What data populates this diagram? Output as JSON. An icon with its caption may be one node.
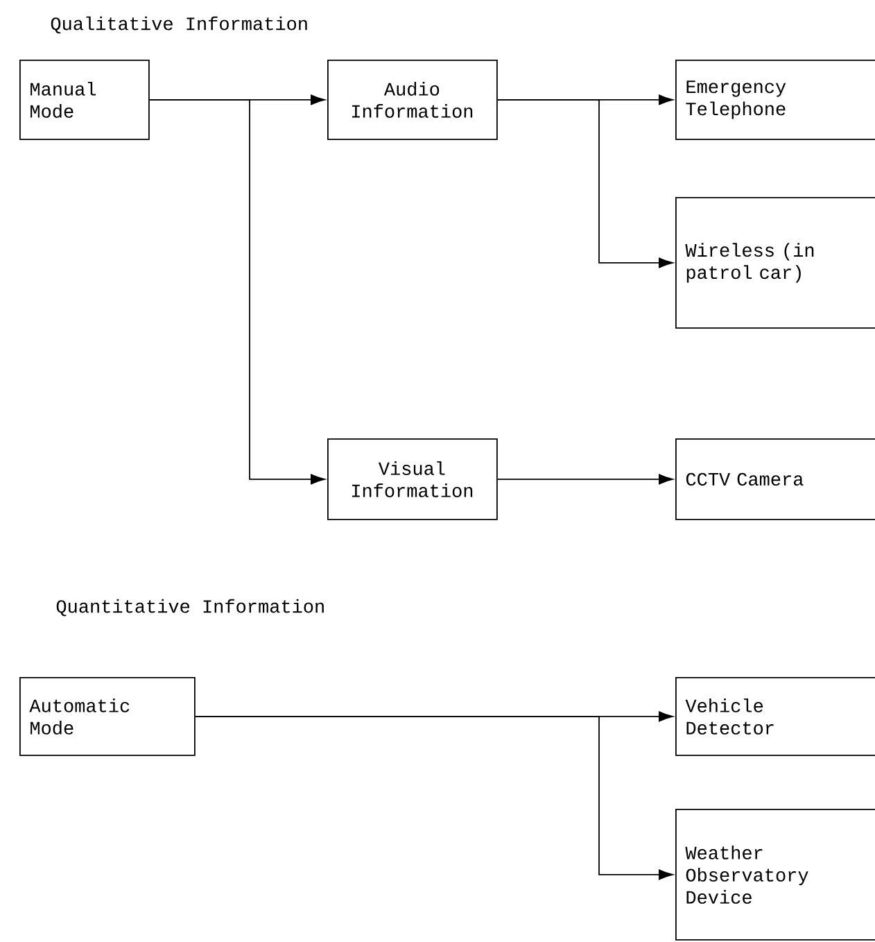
{
  "diagram": {
    "nodes": [
      {
        "text": [
          "Manual Mode"
        ]
      },
      {
        "text": [
          "Audio Information"
        ]
      },
      {
        "text": [
          "Emergency Telephone"
        ]
      },
      {
        "text": [
          "Wireless (in patrol car)"
        ]
      },
      {
        "text": [
          "Visual Information"
        ]
      },
      {
        "text": [
          "CCTV Camera"
        ]
      },
      {
        "text": [
          "Automatic Mode"
        ]
      },
      {
        "text": [
          "Vehicle Detector"
        ]
      },
      {
        "text": [
          "Weather Observatory Device"
        ]
      }
    ],
    "edges": [
      {
        "from": 0,
        "to": 1,
        "arrow": "to"
      },
      {
        "from": 0,
        "to": 4,
        "arrow": "to"
      },
      {
        "from": 1,
        "to": 2,
        "arrow": "to"
      },
      {
        "from": 1,
        "to": 3,
        "arrow": "to"
      },
      {
        "from": 4,
        "to": 5,
        "arrow": "to"
      },
      {
        "from": 6,
        "to": 7,
        "arrow": "to"
      },
      {
        "from": 6,
        "to": 8,
        "arrow": "to"
      }
    ],
    "labels": [
      "Qualitative Information",
      "Quantitative Information"
    ]
  }
}
